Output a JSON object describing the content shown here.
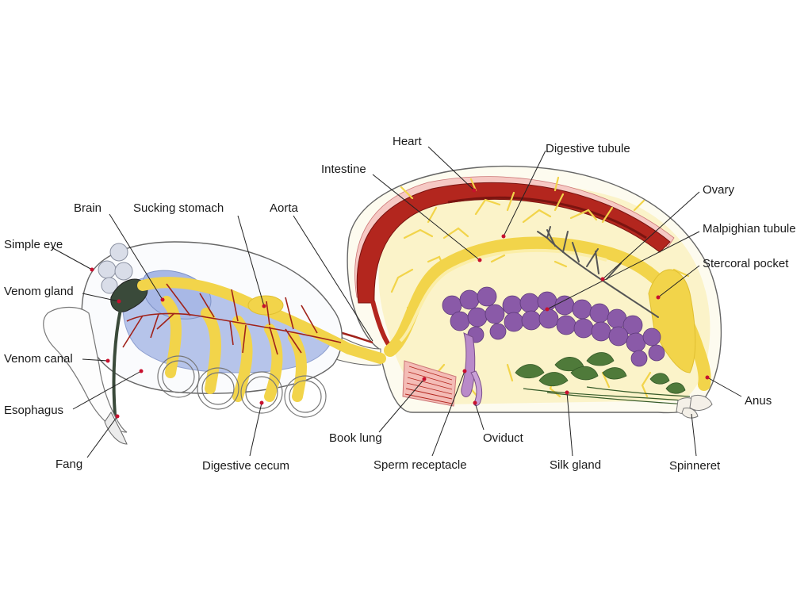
{
  "labels": {
    "heart": "Heart",
    "digestive_tubule": "Digestive tubule",
    "intestine": "Intestine",
    "ovary": "Ovary",
    "malpighian_tubule": "Malpighian tubule",
    "stercoral_pocket": "Stercoral pocket",
    "brain": "Brain",
    "sucking_stomach": "Sucking stomach",
    "aorta": "Aorta",
    "simple_eye": "Simple eye",
    "venom_gland": "Venom gland",
    "venom_canal": "Venom canal",
    "esophagus": "Esophagus",
    "fang": "Fang",
    "digestive_cecum": "Digestive cecum",
    "book_lung": "Book lung",
    "sperm_receptacle": "Sperm receptacle",
    "oviduct": "Oviduct",
    "silk_gland": "Silk gland",
    "spinneret": "Spinneret",
    "anus": "Anus"
  },
  "colors": {
    "outline": "#555555",
    "heart": "#b3261e",
    "heart_dark": "#7a1410",
    "pericardium": "#f6c9c4",
    "gut": "#f7e07a",
    "gut_light": "#fbeea8",
    "nervous": "#b6c4ea",
    "venom": "#3a4a3a",
    "ovary": "#8a5aa8",
    "silk": "#4f7a3a",
    "arteries": "#a0221a",
    "eye": "#d9dde8",
    "book_lung": "#f4bcb6",
    "marker": "#c8102e"
  }
}
